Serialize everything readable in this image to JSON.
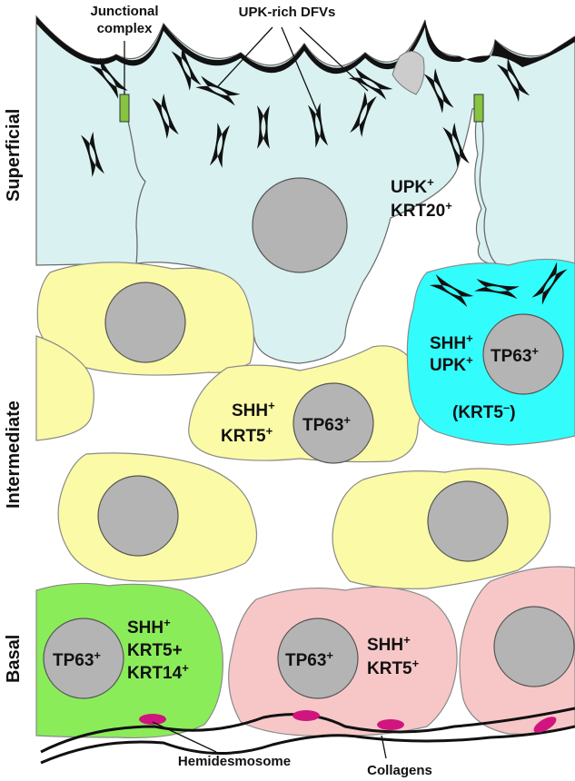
{
  "diagram": {
    "layers": {
      "superficial": "Superficial",
      "intermediate": "Intermediate",
      "basal": "Basal"
    },
    "callouts": {
      "junctional_line1": "Junctional",
      "junctional_line2": "complex",
      "dfvs": "UPK-rich DFVs",
      "hemidesmosome": "Hemidesmosome",
      "collagens": "Collagens"
    },
    "superficial_cell": {
      "line1": "UPK",
      "line1_sup": "+",
      "line2": "KRT20",
      "line2_sup": "+"
    },
    "intermediate_cyan": {
      "line1": "SHH",
      "line1_sup": "+",
      "line2": "UPK",
      "line2_sup": "+",
      "nucleus": "TP63",
      "nucleus_sup": "+",
      "note_open": "(KRT5",
      "note_sup": "–",
      "note_close": ")"
    },
    "intermediate_yellow": {
      "line1": "SHH",
      "line1_sup": "+",
      "line2": "KRT5",
      "line2_sup": "+",
      "nucleus": "TP63",
      "nucleus_sup": "+"
    },
    "basal_green": {
      "nucleus": "TP63",
      "nucleus_sup": "+",
      "line1": "SHH",
      "line1_sup": "+",
      "line2": "KRT5+",
      "line3": "KRT14",
      "line3_sup": "+"
    },
    "basal_pink": {
      "nucleus": "TP63",
      "nucleus_sup": "+",
      "line1": "SHH",
      "line1_sup": "+",
      "line2": "KRT5",
      "line2_sup": "+"
    },
    "colors": {
      "superficial": "#d9f1f1",
      "intermediate": "#fbfaa6",
      "intermediate_cyan": "#33fcfc",
      "basal_green": "#8bec5a",
      "basal_pink": "#f7c7c7",
      "nucleus": "#b4b4b4",
      "junction": "#86c441",
      "hemidesmosome": "#d0167e",
      "outline": "#777777"
    }
  }
}
